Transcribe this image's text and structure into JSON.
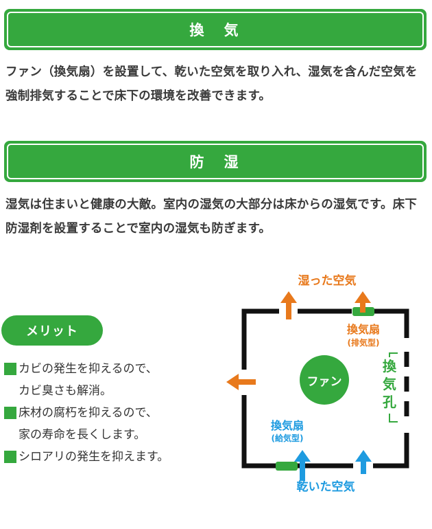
{
  "colors": {
    "green": "#35a83e",
    "orange": "#e8791c",
    "blue": "#1e9be0",
    "box_line": "#111111",
    "text": "#333333"
  },
  "ventilation": {
    "heading": "換　気",
    "body": "ファン（換気扇）を設置して、乾いた空気を取り入れ、湿気を含んだ空気を強制排気することで床下の環境を改善できます。"
  },
  "dampproof": {
    "heading": "防　湿",
    "body": "湿気は住まいと健康の大敵。室内の湿気の大部分は床からの湿気です。床下防湿剤を設置することで室内の湿気も防ぎます。"
  },
  "merit": {
    "badge": "メリット",
    "items": [
      "カビの発生を抑えるので、\nカビ臭さも解消。",
      "床材の腐朽を抑えるので、\n家の寿命を長くします。",
      "シロアリの発生を抑えます。"
    ]
  },
  "diagram": {
    "fan_label": "ファン",
    "exhaust_air_label": "湿った空気",
    "exhaust_fan_label": "換気扇",
    "exhaust_fan_type": "(排気型)",
    "intake_fan_label": "換気扇",
    "intake_fan_type": "(給気型)",
    "vent_hole_label": "換気孔",
    "intake_air_label": "乾いた空気"
  }
}
